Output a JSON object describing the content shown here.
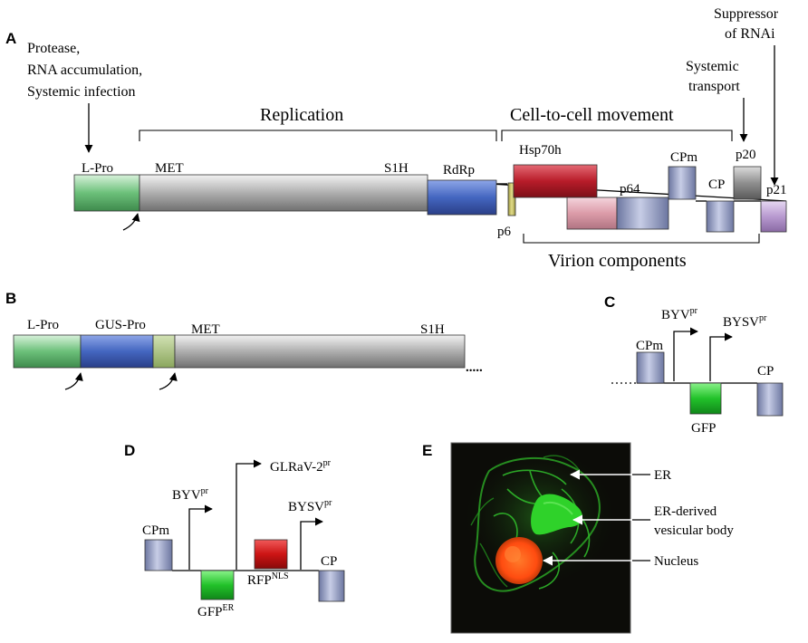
{
  "colors": {
    "lpro": "#6cc07a",
    "gray": "#a8a8a8",
    "blue": "#4466c0",
    "red": "#b81c2a",
    "cp": "#8d97c0",
    "p64pink": "#dc9ca9",
    "p20": "#8f8f8f",
    "p21": "#b89ad0",
    "p6": "#c6c064",
    "gfp": "#22c22a",
    "rfp": "#cc1414",
    "gusSpacer": "#a9c27a",
    "micrograph_bg": "#0c0c08",
    "er_green": "#2fd22a",
    "nucleus": "#ff5a10"
  },
  "panelA": {
    "letter": "A",
    "protease_lines": [
      "Protease,",
      "RNA accumulation,",
      "Systemic infection"
    ],
    "replication": "Replication",
    "cell_to_cell": "Cell-to-cell movement",
    "systemic_transport": [
      "Systemic",
      "transport"
    ],
    "suppressor": [
      "Suppressor",
      "of RNAi"
    ],
    "lpro": "L-Pro",
    "met": "MET",
    "s1h": "S1H",
    "rdrp": "RdRp",
    "hsp70h": "Hsp70h",
    "p64": "p64",
    "cpm": "CPm",
    "cp": "CP",
    "p20": "p20",
    "p21": "p21",
    "p6": "p6",
    "virion": "Virion components"
  },
  "panelB": {
    "letter": "B",
    "lpro": "L-Pro",
    "gus": "GUS-Pro",
    "met": "MET",
    "s1h": "S1H",
    "dots": "....."
  },
  "panelC": {
    "letter": "C",
    "byv": "BYV",
    "byv_sup": "pr",
    "bysv": "BYSV",
    "bysv_sup": "pr",
    "cpm": "CPm",
    "cp": "CP",
    "gfp": "GFP",
    "dots": "....."
  },
  "panelD": {
    "letter": "D",
    "byv": "BYV",
    "byv_sup": "pr",
    "glrav": "GLRaV-2",
    "glrav_sup": "pr",
    "bysv": "BYSV",
    "bysv_sup": "pr",
    "cpm": "CPm",
    "cp": "CP",
    "gfp": "GFP",
    "gfp_sup": "ER",
    "rfp": "RFP",
    "rfp_sup": "NLS"
  },
  "panelE": {
    "letter": "E",
    "er": "ER",
    "vesicular": [
      "ER-derived",
      "vesicular body"
    ],
    "nucleus": "Nucleus"
  }
}
